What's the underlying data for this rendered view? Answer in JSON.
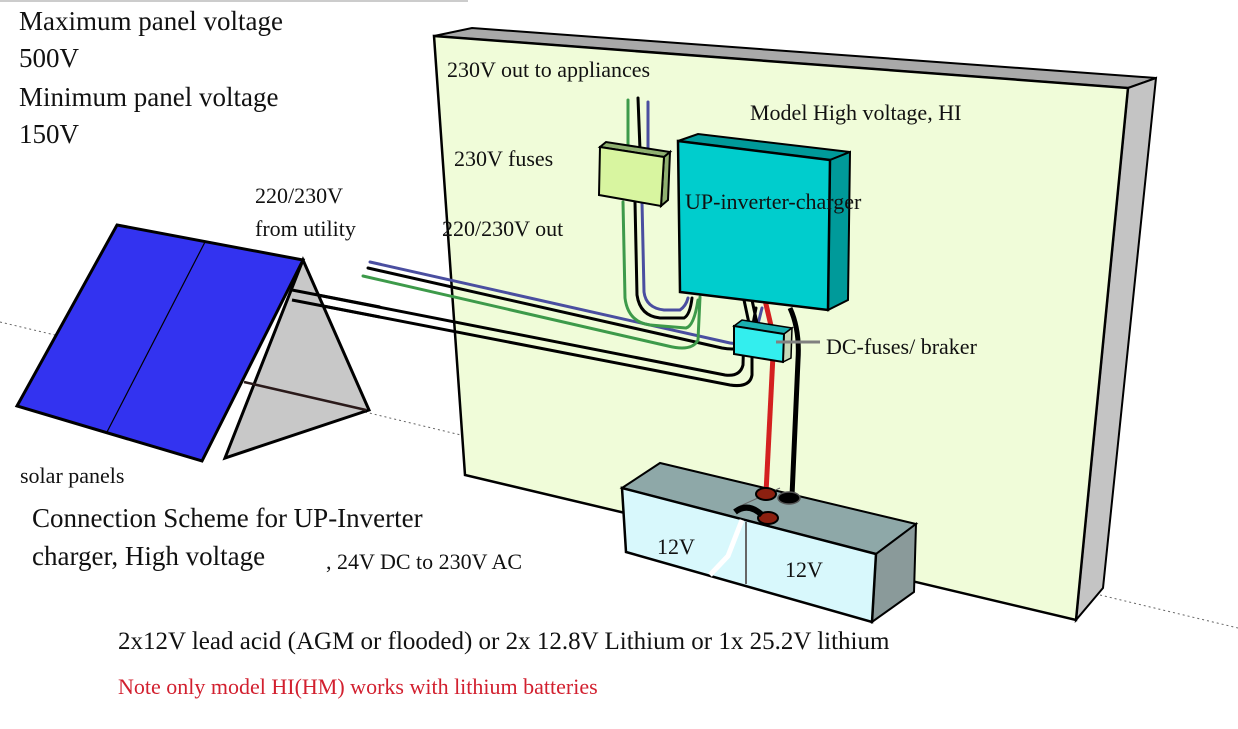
{
  "diagram": {
    "title_line1": "Connection Scheme for UP-Inverter",
    "title_line2": "charger, High voltage",
    "title_suffix": ", 24V DC to 230V AC",
    "panel_specs": {
      "max_label": "Maximum panel voltage",
      "max_value": "500V",
      "min_label": "Minimum panel voltage",
      "min_value": "150V"
    },
    "labels": {
      "appliances_out": "230V out to appliances",
      "model": "Model High voltage, HI",
      "fuses_230": "230V fuses",
      "utility_in_line1": "220/230V",
      "utility_in_line2": "from utility",
      "ac_out": "220/230V out",
      "inverter": "UP-inverter-charger",
      "dc_fuses": "DC-fuses/ braker",
      "solar_panels": "solar panels",
      "battery_left": "12V",
      "battery_right": "12V"
    },
    "battery_note": "2x12V lead acid (AGM or flooded) or 2x 12.8V Lithium or 1x 25.2V lithium",
    "lithium_note": "Note only model HI(HM) works with lithium batteries",
    "colors": {
      "wall_face": "#f0fcd9",
      "wall_edge": "#c4c4c4",
      "solar_panel": "#3333f0",
      "solar_side": "#c8c8c8",
      "inverter_front": "#00cdcd",
      "inverter_side": "#009a9a",
      "fuse_box_front": "#d8f5a0",
      "fuse_box_side": "#8fb070",
      "dc_fuse_front": "#33eeee",
      "battery_front": "#d8f8fc",
      "battery_top": "#8ea8a8",
      "wire_live": "#4a4ea0",
      "wire_ground": "#3d9a4a",
      "wire_neutral": "#000000",
      "wire_dc_positive": "#d42020",
      "note_text": "#d2202f"
    }
  }
}
